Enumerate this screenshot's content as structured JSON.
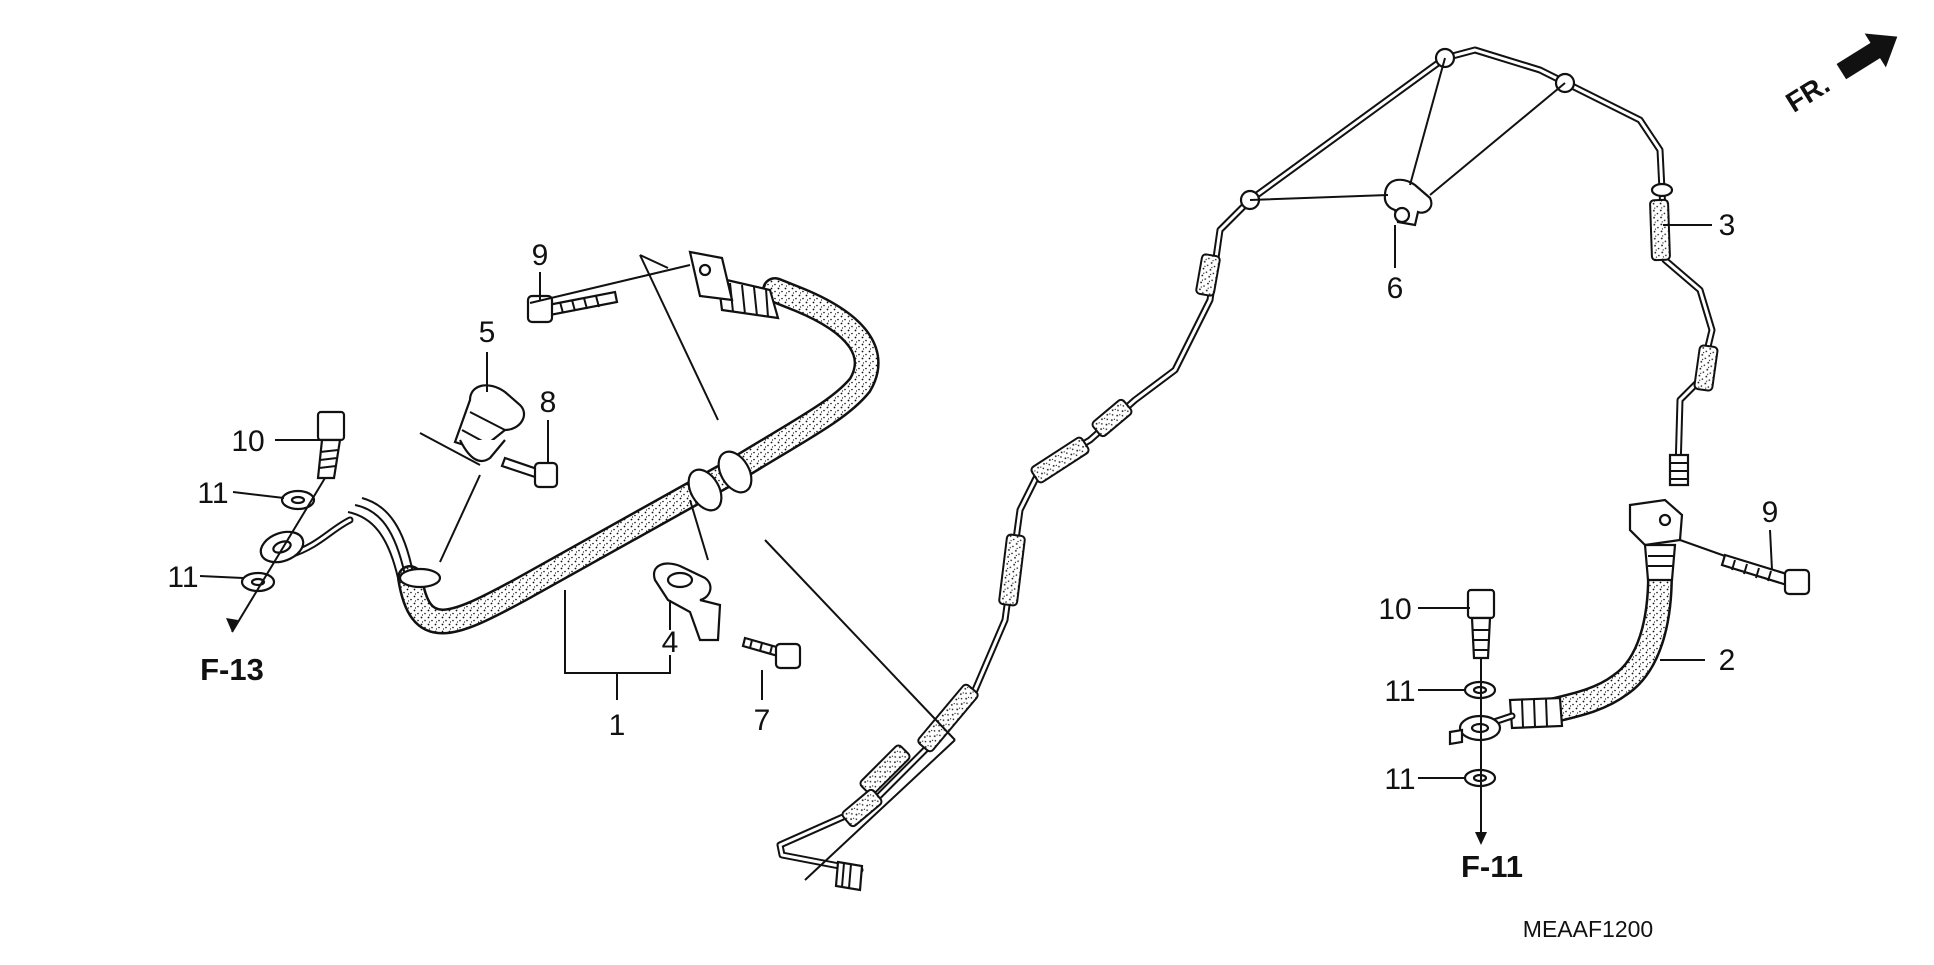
{
  "callouts": {
    "c1": "1",
    "c2": "2",
    "c3": "3",
    "c4": "4",
    "c5": "5",
    "c6": "6",
    "c7": "7",
    "c8": "8",
    "c9a": "9",
    "c9b": "9",
    "c10a": "10",
    "c10b": "10",
    "c11a": "11",
    "c11b": "11",
    "c11c": "11",
    "c11d": "11"
  },
  "references": {
    "left": "F-13",
    "right": "F-11"
  },
  "direction": {
    "label": "FR."
  },
  "diagram_code": "MEAAF1200",
  "colors": {
    "ink": "#111111",
    "background": "#ffffff"
  }
}
